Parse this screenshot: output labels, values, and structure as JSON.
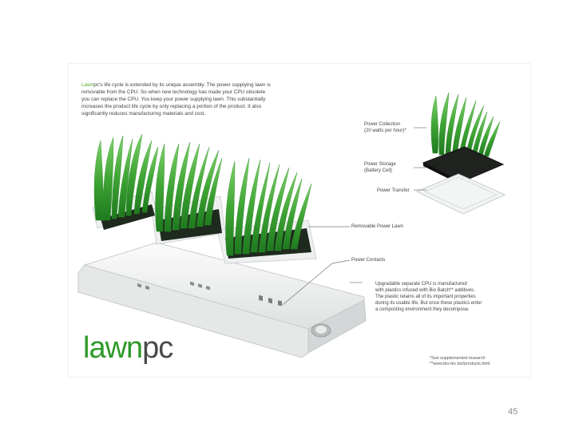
{
  "intro": {
    "brand": "Lawn",
    "text": "pc's life cycle is extended by its unique assembly. The power supplying lawn is removable from the CPU. So when new technology has made your CPU obsolete you can replace the CPU. You keep your power supplying lawn. This substantially increases the product life cycle by only replacing a portion of the product. It also significantly reduces manufacturing materials and cost."
  },
  "callouts": {
    "power_collection": "Power Collection",
    "power_collection_sub": "(20 watts per hour)*",
    "power_storage": "Power Storage",
    "power_storage_sub": "(Battery Cell)",
    "power_transfer": "Power Transfer",
    "removable_lawn": "Removable Power Lawn",
    "power_contacts": "Power Contacts",
    "cpu_line1": "Upgradable separate CPU is manufactured",
    "cpu_line2": "with plastics infused with Bio Batch** additives.",
    "cpu_line3": "The plastic retains all of its important properties",
    "cpu_line4": "during its usable life. But once these plastics enter",
    "cpu_line5": "a composting environment they decompose."
  },
  "footnotes": {
    "line1": "*See supplemented research",
    "line2": "**www.bio-tec.biz/products.html"
  },
  "logo": {
    "part1": "lawn",
    "part2": "pc"
  },
  "page_number": "45",
  "colors": {
    "grass": "#3fa535",
    "grass_dark": "#1e7a1e",
    "tray": "#f2f3f3",
    "logo_green": "#2f9a2a"
  }
}
